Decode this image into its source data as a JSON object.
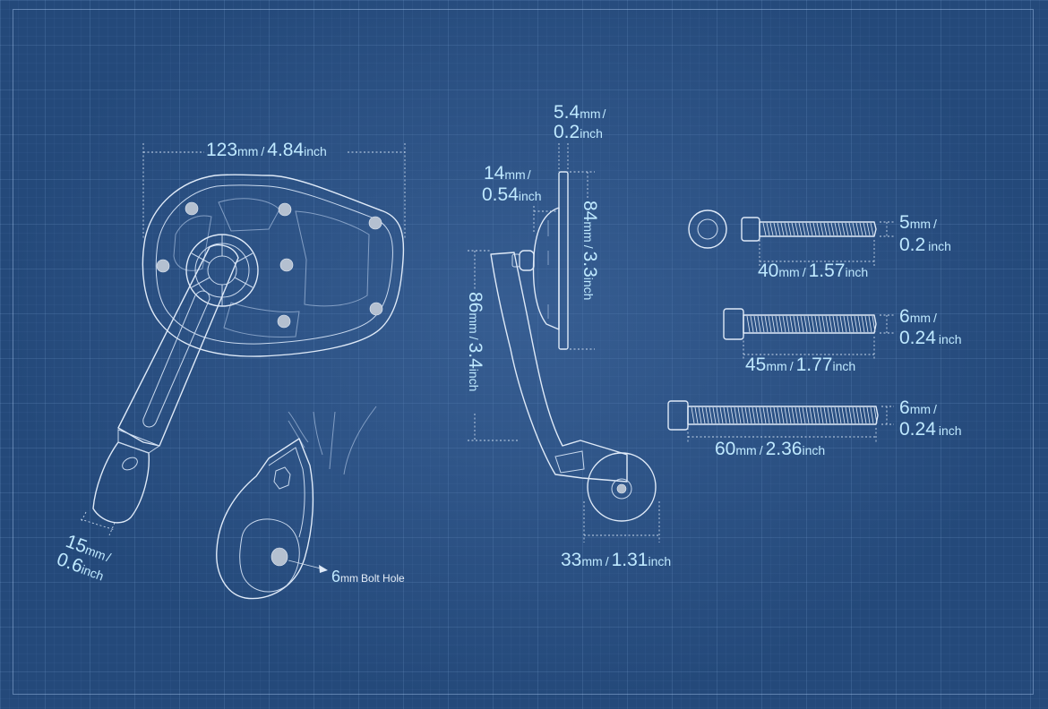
{
  "mirror_front": {
    "width": {
      "mm_value": "123",
      "mm_unit": "mm",
      "sep": "/",
      "inch_value": "4.84",
      "inch_unit": "inch"
    },
    "arm_width": {
      "mm_value": "15",
      "mm_unit": "mm",
      "sep": "/",
      "inch_value": "0.6",
      "inch_unit": "inch"
    }
  },
  "bolt_hole": {
    "value": "6",
    "unit": "mm",
    "text": "Bolt Hole"
  },
  "mirror_side": {
    "glass_thickness": {
      "mm_value": "5.4",
      "mm_unit": "mm",
      "sep": "/",
      "inch_value": "0.2",
      "inch_unit": "inch"
    },
    "housing_depth": {
      "mm_value": "14",
      "mm_unit": "mm",
      "sep": "/",
      "inch_value": "0.54",
      "inch_unit": "inch"
    },
    "mirror_height": {
      "mm_value": "84",
      "mm_unit": "mm",
      "sep": "/",
      "inch_value": "3.3",
      "inch_unit": "inch"
    },
    "arm_height": {
      "mm_value": "86",
      "mm_unit": "mm",
      "sep": "/",
      "inch_value": "3.4",
      "inch_unit": "inch"
    },
    "clamp_diameter": {
      "mm_value": "33",
      "mm_unit": "mm",
      "sep": "/",
      "inch_value": "1.31",
      "inch_unit": "inch"
    }
  },
  "bolts": [
    {
      "length_mm": "40",
      "length_in": "1.57",
      "dia_mm": "5",
      "dia_in": "0.2",
      "mm_unit": "mm",
      "inch_unit": "inch",
      "sep": "/"
    },
    {
      "length_mm": "45",
      "length_in": "1.77",
      "dia_mm": "6",
      "dia_in": "0.24",
      "mm_unit": "mm",
      "inch_unit": "inch",
      "sep": "/"
    },
    {
      "length_mm": "60",
      "length_in": "2.36",
      "dia_mm": "6",
      "dia_in": "0.24",
      "mm_unit": "mm",
      "inch_unit": "inch",
      "sep": "/"
    }
  ],
  "colors": {
    "background": "#24497a",
    "line": "#dfeaf8",
    "label": "#bfe9ff"
  }
}
